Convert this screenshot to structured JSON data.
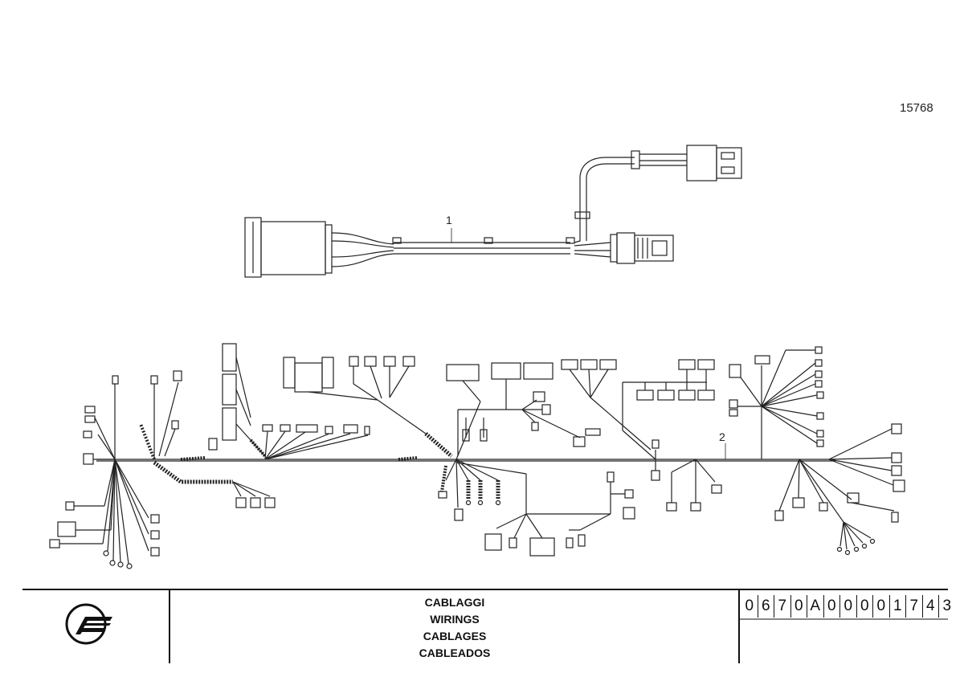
{
  "sheet_ref": "15768",
  "callouts": {
    "item_1": "1",
    "item_2": "2"
  },
  "title_block": {
    "title_lines": [
      "CABLAGGI",
      "WIRINGS",
      "CABLAGES",
      "CABLEADOS"
    ],
    "part_code": [
      "0",
      "6",
      "7",
      "0",
      "A",
      "0",
      "0",
      "0",
      "0",
      "1",
      "7",
      "4",
      "3"
    ]
  }
}
